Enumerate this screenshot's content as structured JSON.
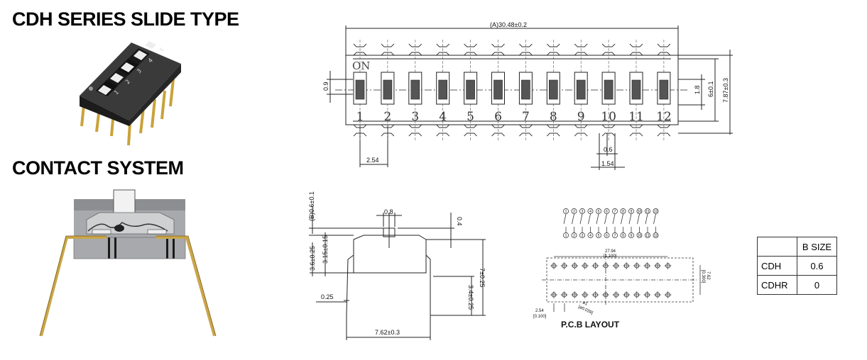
{
  "headings": {
    "series": "CDH SERIES SLIDE TYPE",
    "contact": "CONTACT SYSTEM"
  },
  "top_view": {
    "overall": "(A)30.48±0.2",
    "on_label": "ON",
    "positions": [
      "1",
      "2",
      "3",
      "4",
      "5",
      "6",
      "7",
      "8",
      "9",
      "10",
      "11",
      "12"
    ],
    "pitch": "2.54",
    "pin_width": "0.6",
    "pin_span": "1.54",
    "offset_left": "0.9",
    "window": "1.8",
    "body_depth": "6±0.1",
    "total_depth": "7.87±0.3"
  },
  "side_view": {
    "b_dim": "(B)0.6±0.1",
    "actuator_width": "0.8",
    "actuator_height": "0.4",
    "body_height": "3.15±0.15",
    "stand_height": "3.6±0.25",
    "total_height": "7±0.25",
    "pin_length": "3.4±0.25",
    "pin_thickness": "0.25",
    "row_spacing": "7.62±0.3"
  },
  "pcb": {
    "caption": "P.C.B LAYOUT",
    "span": "27.94",
    "span_in": "[1.100]",
    "row": "7.62",
    "row_in": "[0.300]",
    "pitch": "2.54",
    "pitch_in": "[0.100]",
    "hole": "ø1",
    "hole_in": "[ø0.039]",
    "schematic_numbers": [
      "1",
      "2",
      "3",
      "4",
      "5",
      "6",
      "7",
      "8",
      "9",
      "10",
      "11",
      "12"
    ]
  },
  "table": {
    "header": [
      "",
      "B SIZE"
    ],
    "rows": [
      [
        "CDH",
        "0.6"
      ],
      [
        "CDHR",
        "0"
      ]
    ]
  }
}
